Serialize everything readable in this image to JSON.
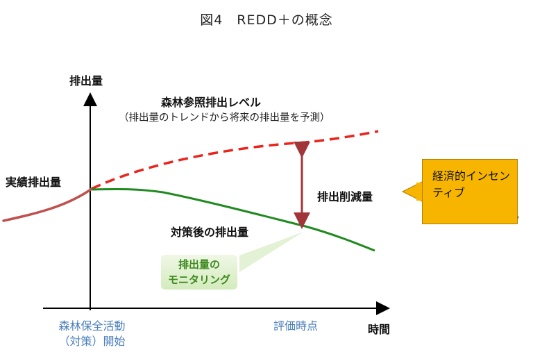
{
  "title": "図4　REDD＋の概念",
  "y_axis_label": "排出量",
  "x_axis_label": "時間",
  "reference_level": {
    "label": "森林参照排出レベル",
    "note": "（排出量のトレンドから将来の排出量を予測）"
  },
  "actual_emissions_label": "実績排出量",
  "post_measures_label": "対策後の排出量",
  "reduction_label": "排出削減量",
  "monitoring_label_line1": "排出量の",
  "monitoring_label_line2": "モニタリング",
  "incentive_label": "経済的インセンティブ",
  "start_label_line1": "森林保全活動",
  "start_label_line2": "（対策）開始",
  "evaluation_label": "評価時点",
  "colors": {
    "actual": "#c0504d",
    "reference": "#e8241c",
    "post_measures": "#1f8a1f",
    "arrow": "#a0363a",
    "incentive_bg": "#f7b500",
    "blue_text": "#4a7ebb"
  },
  "icons": [
    "coins-icon",
    "arrow-left-icon"
  ]
}
